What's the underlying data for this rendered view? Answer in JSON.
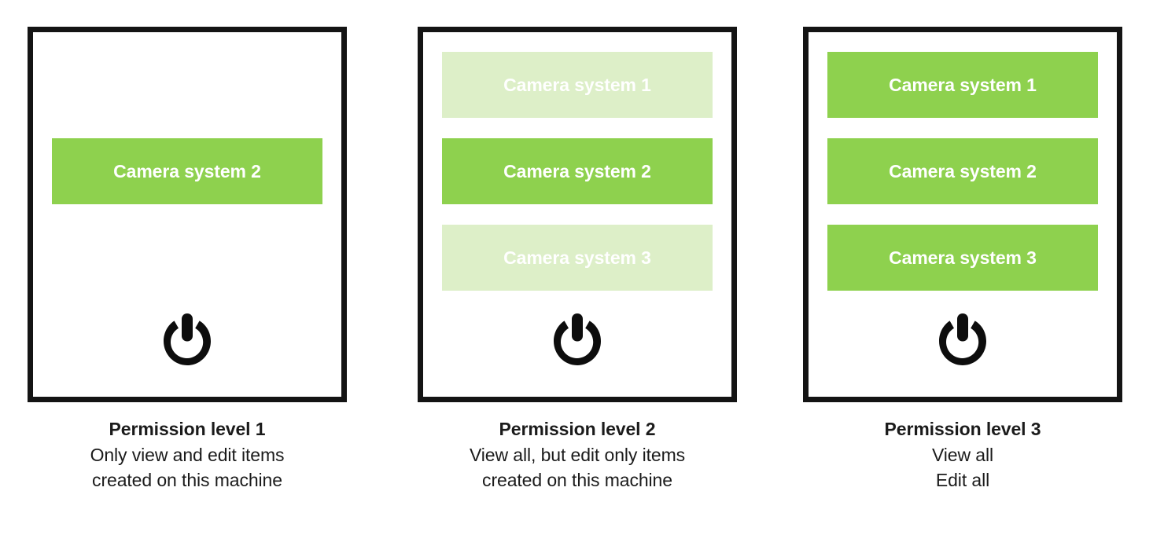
{
  "diagram": {
    "background_color": "#ffffff",
    "text_color": "#1b1b1b",
    "border_color": "#141414",
    "colors": {
      "active_green": "#8ed14e",
      "faded_green": "#ddefc8",
      "bar_label": "#ffffff"
    },
    "icon_name": "power-icon",
    "columns": [
      {
        "id": "permission-level-1",
        "bars": [
          {
            "label": "",
            "state": "empty"
          },
          {
            "label": "Camera system 2",
            "state": "active"
          },
          {
            "label": "",
            "state": "empty"
          }
        ],
        "caption": {
          "title": "Permission level 1",
          "lines": [
            "Only view and edit items",
            "created on this machine"
          ]
        }
      },
      {
        "id": "permission-level-2",
        "bars": [
          {
            "label": "Camera system 1",
            "state": "faded"
          },
          {
            "label": "Camera system 2",
            "state": "active"
          },
          {
            "label": "Camera system 3",
            "state": "faded"
          }
        ],
        "caption": {
          "title": "Permission level 2",
          "lines": [
            "View all, but edit only items",
            "created on this machine"
          ]
        }
      },
      {
        "id": "permission-level-3",
        "bars": [
          {
            "label": "Camera system 1",
            "state": "active"
          },
          {
            "label": "Camera system 2",
            "state": "active"
          },
          {
            "label": "Camera system 3",
            "state": "active"
          }
        ],
        "caption": {
          "title": "Permission level 3",
          "lines": [
            "View all",
            "Edit all"
          ]
        }
      }
    ]
  }
}
